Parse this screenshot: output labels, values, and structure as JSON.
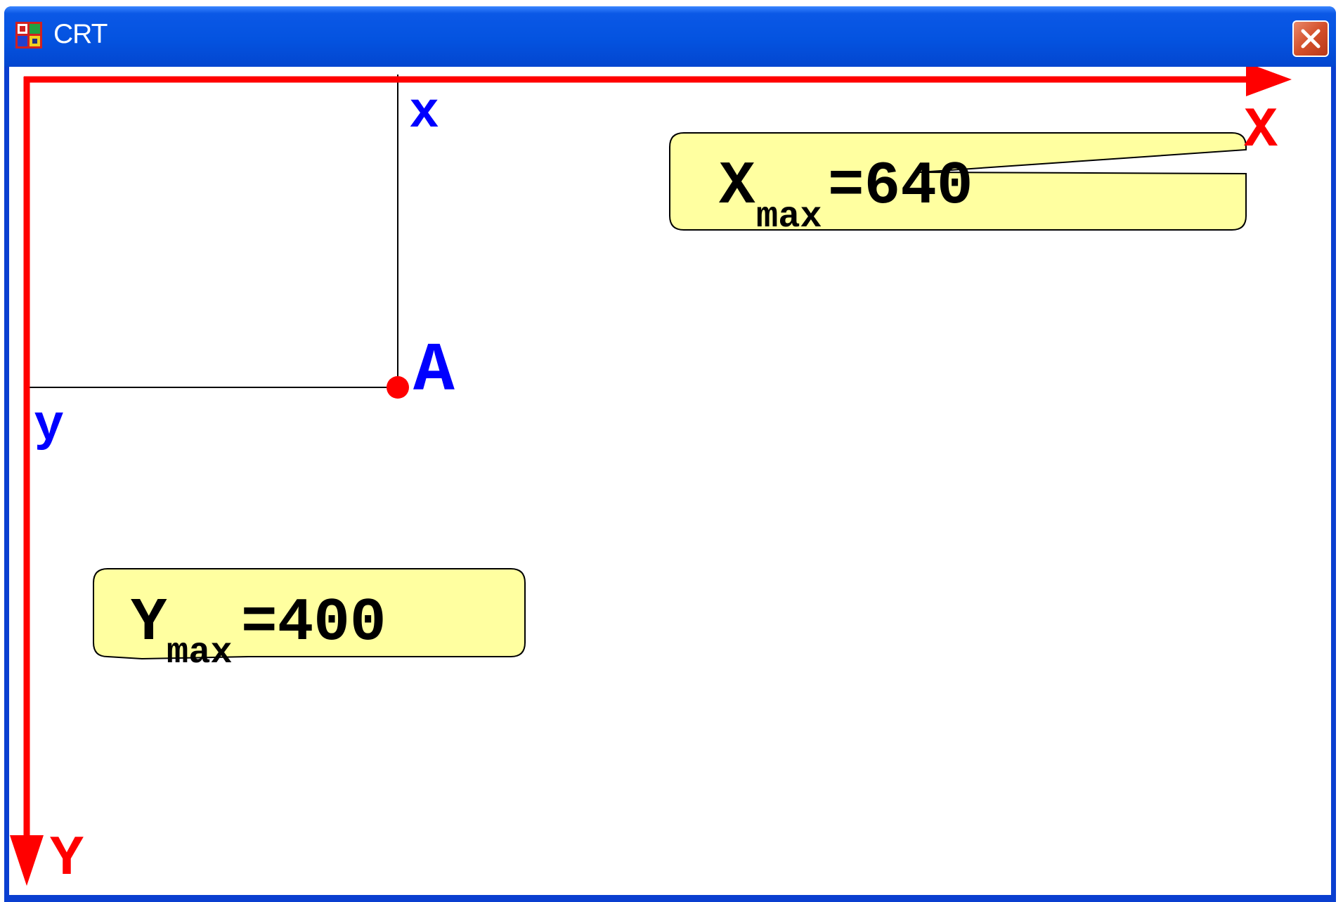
{
  "window": {
    "title": "CRT",
    "icon": "crt-app-icon",
    "close_icon": "close-icon"
  },
  "axes": {
    "x_axis_label": "X",
    "y_axis_label": "Y",
    "color": "#ff0000"
  },
  "point": {
    "name": "A",
    "x_label": "x",
    "y_label": "y",
    "label_color": "#0000ff",
    "dot_color": "#ff0000"
  },
  "callouts": {
    "x_max": {
      "symbol": "X",
      "subscript": "max",
      "value": "=640"
    },
    "y_max": {
      "symbol": "Y",
      "subscript": "max",
      "value": "=400"
    },
    "fill": "#ffffa0"
  }
}
